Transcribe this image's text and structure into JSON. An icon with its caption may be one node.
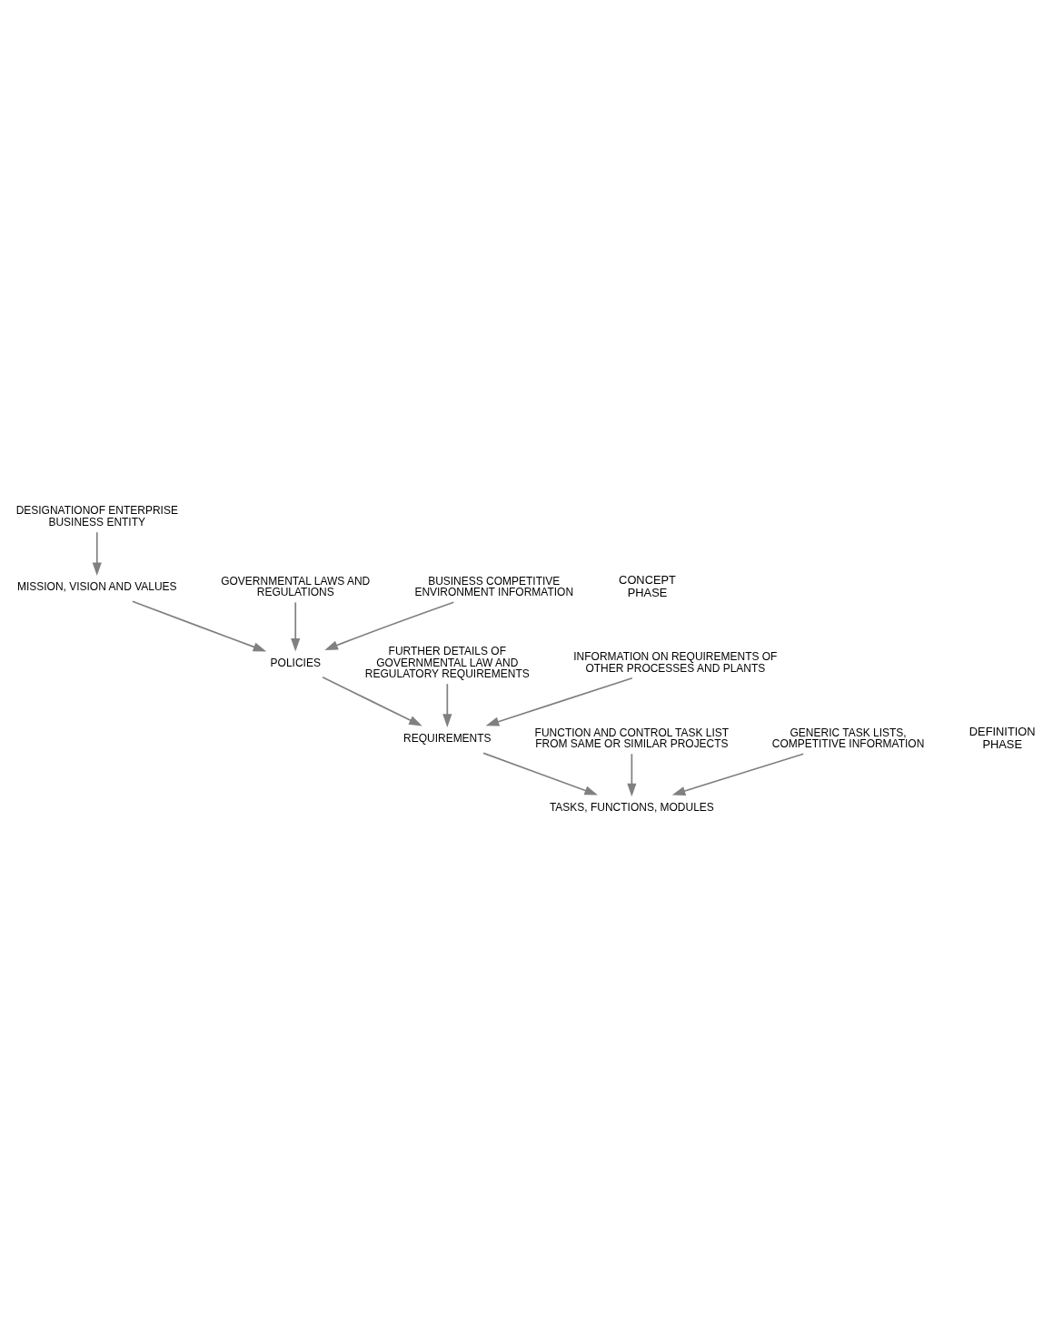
{
  "diagram": {
    "nodes": [
      {
        "text": [
          "DESIGNATIONOF ENTERPRISE BUSINESS ENTITY"
        ]
      },
      {
        "text": [
          "MISSION, VISION AND VALUES"
        ]
      },
      {
        "text": [
          "GOVERNMENTAL LAWS AND REGULATIONS"
        ]
      },
      {
        "text": [
          "BUSINESS COMPETITIVE ENVIRONMENT INFORMATION"
        ]
      },
      {
        "text": [
          "POLICIES"
        ]
      },
      {
        "text": [
          "FURTHER DETAILS OF GOVERNMENTAL LAW AND REGULATORY REQUIREMENTS"
        ]
      },
      {
        "text": [
          "INFORMATION ON REQUIREMENTS OF OTHER PROCESSES AND PLANTS"
        ]
      },
      {
        "text": [
          "REQUIREMENTS"
        ]
      },
      {
        "text": [
          "FUNCTION AND CONTROL TASK LIST FROM SAME OR SIMILAR PROJECTS"
        ]
      },
      {
        "text": [
          "GENERIC TASK LISTS, COMPETITIVE INFORMATION"
        ]
      },
      {
        "text": [
          "TASKS, FUNCTIONS, MODULES"
        ]
      }
    ],
    "edges": [
      {
        "from": 0,
        "to": 1,
        "arrow": "to"
      },
      {
        "from": 1,
        "to": 4,
        "arrow": "to"
      },
      {
        "from": 2,
        "to": 4,
        "arrow": "to"
      },
      {
        "from": 3,
        "to": 4,
        "arrow": "to"
      },
      {
        "from": 4,
        "to": 7,
        "arrow": "to"
      },
      {
        "from": 5,
        "to": 7,
        "arrow": "to"
      },
      {
        "from": 6,
        "to": 7,
        "arrow": "to"
      },
      {
        "from": 7,
        "to": 10,
        "arrow": "to"
      },
      {
        "from": 8,
        "to": 10,
        "arrow": "to"
      },
      {
        "from": 9,
        "to": 10,
        "arrow": "to"
      }
    ],
    "labels": [
      "CONCEPT PHASE",
      "DEFINITION PHASE"
    ]
  }
}
